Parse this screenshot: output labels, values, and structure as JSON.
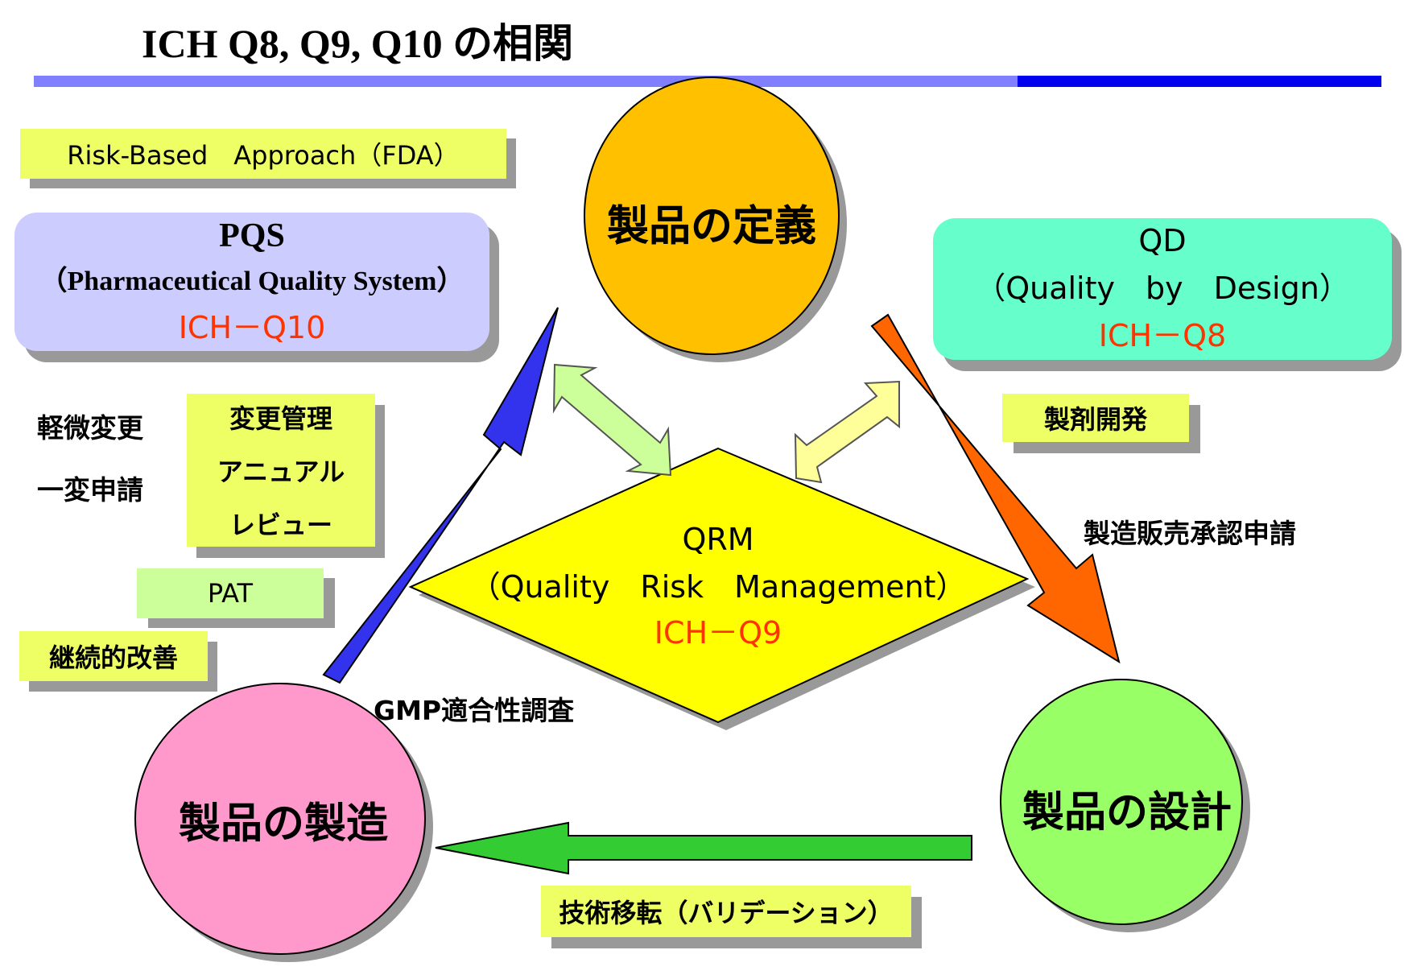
{
  "title": "ICH Q8, Q9, Q10 の相関",
  "colors": {
    "header_bar_light": "#8080ff",
    "header_bar_dark": "#0000ee",
    "note_yellow": "#eeff66",
    "note_green": "#ccff99",
    "pqs_box": "#ccccff",
    "qd_box": "#66ffcc",
    "qrm_diamond": "#ffff00",
    "circle_definition": "#ffc000",
    "circle_manufacturing": "#ff99cc",
    "circle_design": "#99ff66",
    "arrow_blue": "#3333ee",
    "arrow_orange": "#ff6600",
    "arrow_green": "#33cc33",
    "double_arrow_green": "#ccff99",
    "double_arrow_yellow": "#ffff99",
    "accent_red": "#ff3300"
  },
  "circles": {
    "definition": "製品の定義",
    "manufacturing": "製品の製造",
    "design": "製品の設計"
  },
  "pqs": {
    "title": "PQS",
    "subtitle": "（Pharmaceutical Quality System）",
    "code": "ICH－Q10"
  },
  "qd": {
    "title": "QD",
    "subtitle": "（Quality　by　Design）",
    "code": "ICH－Q8"
  },
  "qrm": {
    "title": "QRM",
    "subtitle": "（Quality　Risk　Management）",
    "code": "ICH－Q9"
  },
  "notes": {
    "risk_based": "Risk-Based　Approach（FDA）",
    "change_mgmt": [
      "変更管理",
      "アニュアル",
      "レビュー"
    ],
    "pat": "PAT",
    "continuous": "継続的改善",
    "formulation": "製剤開発",
    "tech_transfer": "技術移転（バリデーション）"
  },
  "labels": {
    "minor_change": "軽微変更",
    "partial_change": "一変申請",
    "approval": "製造販売承認申請",
    "gmp": "GMP適合性調査"
  }
}
